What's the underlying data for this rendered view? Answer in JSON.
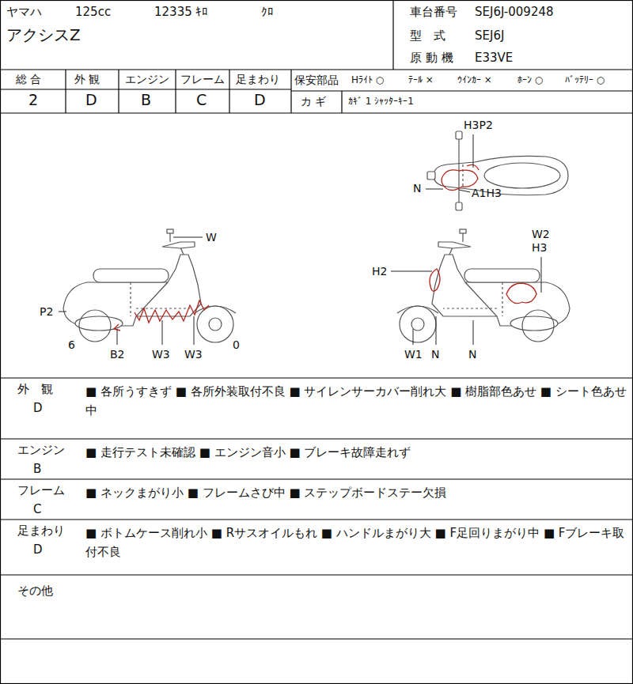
{
  "diagram": {
    "labels": [
      "ヤマハ",
      "125cc",
      "12335 ｷﾛ",
      "ｸﾛ",
      "アクシスZ",
      "車台番号",
      "SEJ6J-009248",
      "型　式",
      "SEJ6J",
      "原 動 機",
      "E33VE",
      "総 合",
      "外 観",
      "エンジン",
      "フレーム",
      "足まわり",
      "2",
      "D",
      "B",
      "C",
      "D",
      "保安部品",
      "Hﾗｲﾄ ○",
      "ﾃｰﾙ ×",
      "ｳｲﾝｶｰ ×",
      "ﾎｰﾝ ○",
      "ﾊﾞｯﾃﾘｰ ○",
      "カ ギ",
      "ｶｷﾞ 1 ｼｬｯﾀｰｷｰ1",
      "H3P2",
      "N",
      "A1H3",
      "W",
      "P2",
      "6",
      "B2",
      "W3",
      "W3",
      "0",
      "W2",
      "H3",
      "H2",
      "W1",
      "N",
      "N",
      "外　観",
      "D",
      "■ 各所うすきず ■ 各所外装取付不良 ■ サイレンサーカバー削れ大 ■ 樹脂部色あせ ■ シート色あせ中",
      "エンジン",
      "B",
      "■ 走行テスト未確認 ■ エンジン音小 ■ ブレーキ故障走れず",
      "フレーム",
      "C",
      "■ ネックまがり小 ■ フレームさび中 ■ ステップボードステー欠損",
      "足まわり",
      "D",
      "■ ボトムケース削れ小 ■ Rサスオイルもれ ■ ハンドルまがり大 ■ F足回りまがり中 ■ Fブレーキ取付不良",
      "その他"
    ]
  }
}
